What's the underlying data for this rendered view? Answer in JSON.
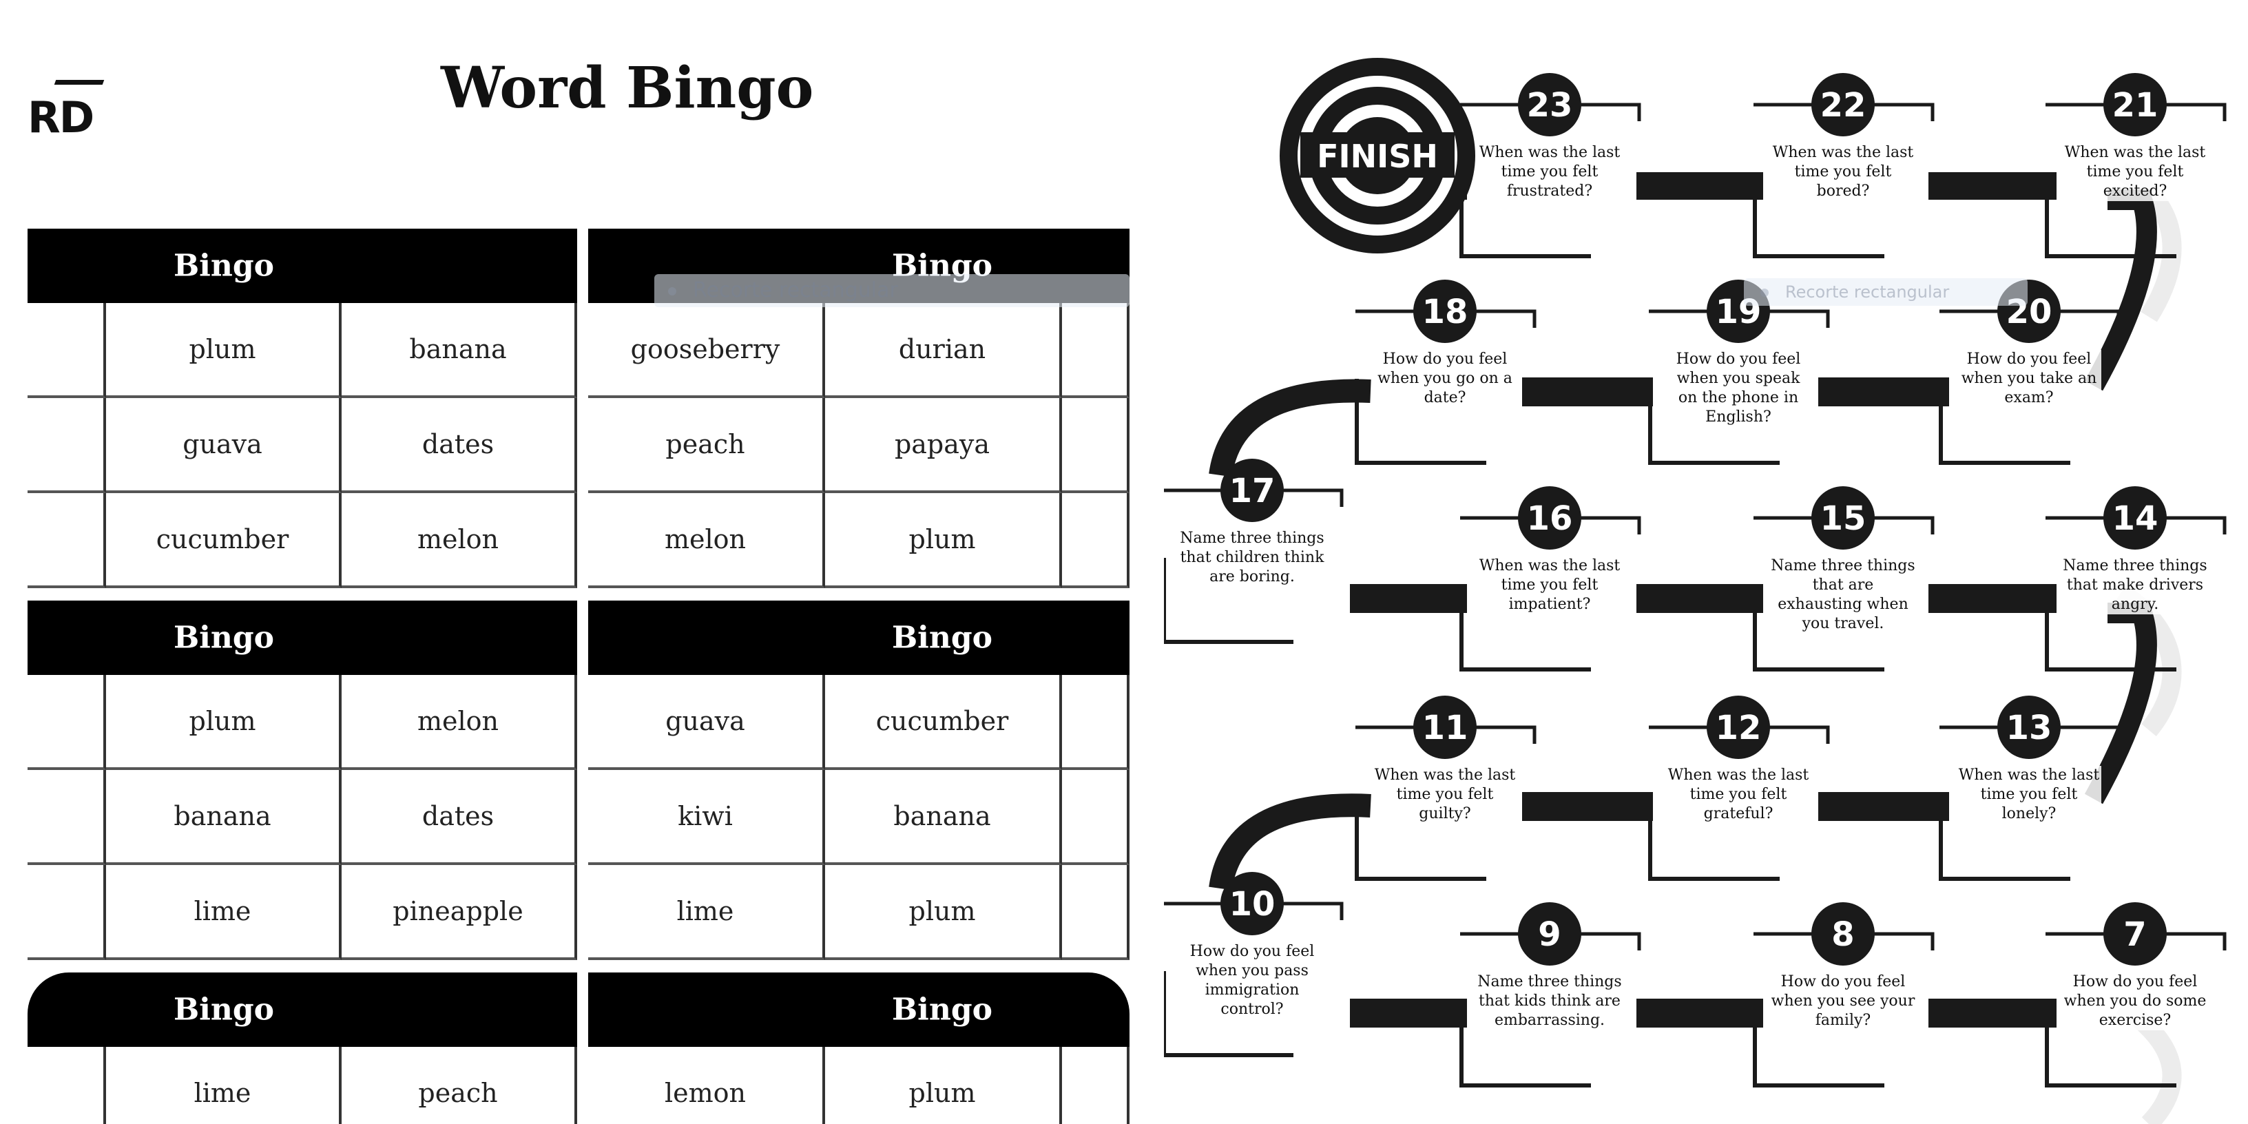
{
  "left_page": {
    "logo_fragment": "RD",
    "title": "Word Bingo",
    "card_label": "Bingo",
    "cards": [
      {
        "rows": [
          [
            "",
            "plum",
            "banana"
          ],
          [
            "",
            "guava",
            "dates"
          ],
          [
            "",
            "cucumber",
            "melon"
          ]
        ]
      },
      {
        "rows": [
          [
            "gooseberry",
            "durian",
            ""
          ],
          [
            "peach",
            "papaya",
            ""
          ],
          [
            "melon",
            "plum",
            ""
          ]
        ]
      },
      {
        "rows": [
          [
            "",
            "plum",
            "melon"
          ],
          [
            "",
            "banana",
            "dates"
          ],
          [
            "",
            "lime",
            "pineapple"
          ]
        ]
      },
      {
        "rows": [
          [
            "guava",
            "cucumber",
            ""
          ],
          [
            "kiwi",
            "banana",
            ""
          ],
          [
            "lime",
            "plum",
            ""
          ]
        ]
      },
      {
        "rows": [
          [
            "",
            "lime",
            "peach"
          ]
        ]
      },
      {
        "rows": [
          [
            "lemon",
            "plum",
            ""
          ]
        ]
      }
    ],
    "overlay_label": "Recorte rectangular"
  },
  "right_page": {
    "finish_label": "FINISH",
    "overlay_label": "Recorte rectangular",
    "squares": [
      {
        "number": "23",
        "question": "When was the last time you felt frustrated?"
      },
      {
        "number": "22",
        "question": "When was the last time you felt bored?"
      },
      {
        "number": "21",
        "question": "When was the last time you felt excited?"
      },
      {
        "number": "18",
        "question": "How do you feel when you go on a date?"
      },
      {
        "number": "19",
        "question": "How do you feel when you speak on the phone in English?"
      },
      {
        "number": "20",
        "question": "How do you feel when you take an exam?"
      },
      {
        "number": "17",
        "question": "Name three things that children think are boring."
      },
      {
        "number": "16",
        "question": "When was the last time you felt impatient?"
      },
      {
        "number": "15",
        "question": "Name three things that are exhausting when you travel."
      },
      {
        "number": "14",
        "question": "Name three things that make drivers angry."
      },
      {
        "number": "11",
        "question": "When was the last time you felt guilty?"
      },
      {
        "number": "12",
        "question": "When was the last time you felt grateful?"
      },
      {
        "number": "13",
        "question": "When was the last time you felt lonely?"
      },
      {
        "number": "10",
        "question": "How do you feel when you pass immigration control?"
      },
      {
        "number": "9",
        "question": "Name three things that kids think are embarrassing."
      },
      {
        "number": "8",
        "question": "How do you feel when you see your family?"
      },
      {
        "number": "7",
        "question": "How do you feel when you do some exercise?"
      }
    ]
  }
}
